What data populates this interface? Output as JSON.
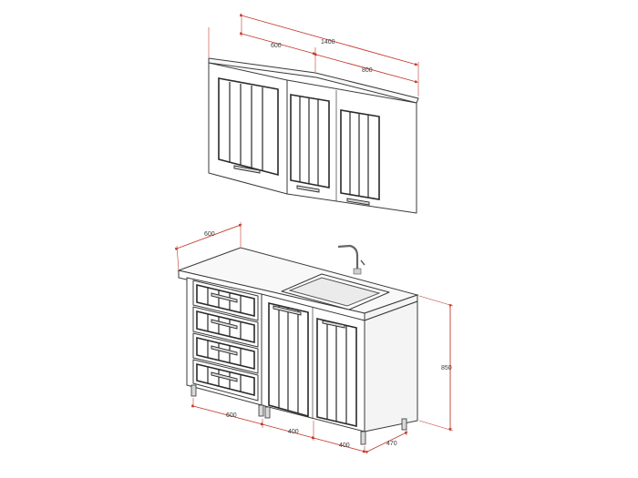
{
  "dimensions": {
    "upper_total_width": "1400",
    "upper_left_width": "600",
    "upper_right_width": "800",
    "base_depth": "600",
    "base_height": "850",
    "drawer_unit_width": "600",
    "door_left_width": "400",
    "door_right_width": "400",
    "foot_depth": "470"
  },
  "colors": {
    "dimension_line": "#c0392b",
    "outline": "#3a3a3a",
    "panel": "#2a2a2a"
  }
}
